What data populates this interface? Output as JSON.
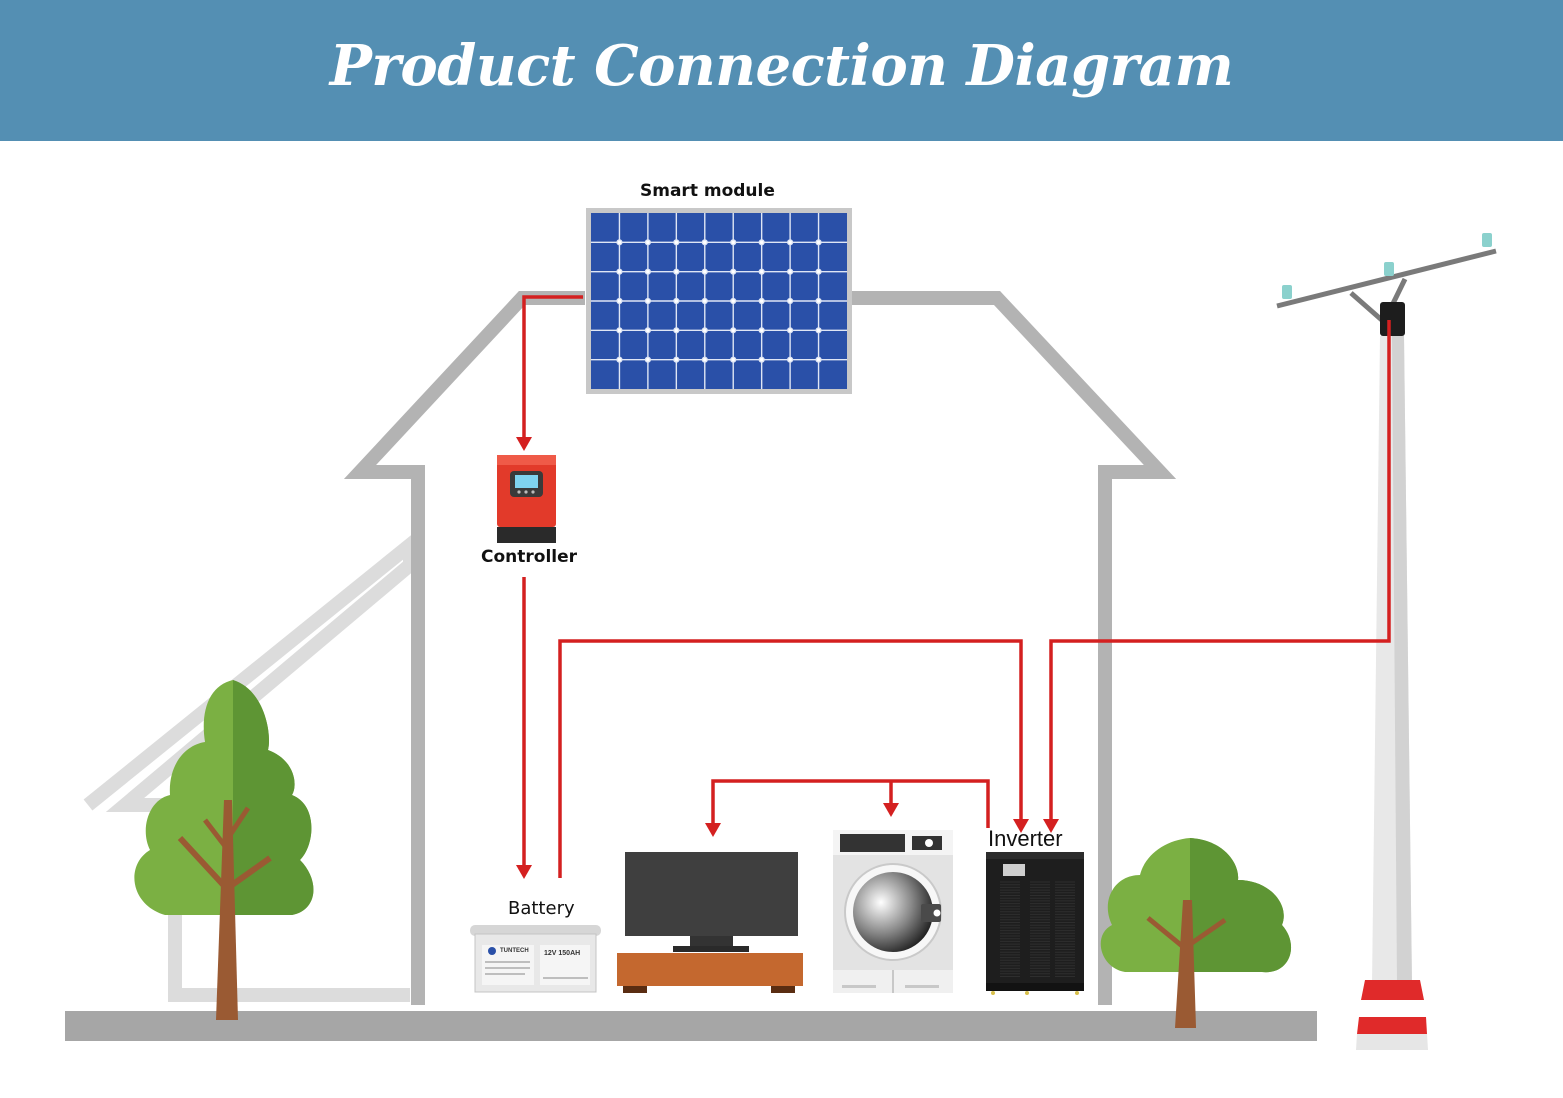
{
  "header": {
    "title": "Product Connection Diagram"
  },
  "labels": {
    "smart_module": "Smart module",
    "controller": "Controller",
    "battery": "Battery",
    "inverter": "Inverter"
  },
  "battery_markings": {
    "brand": "TUNTECH",
    "spec": "12V  150AH"
  },
  "colors": {
    "header_bg": "#548fb3",
    "wire": "#d42020",
    "house_outline": "#b3b3b3",
    "ground": "#a6a6a6",
    "solar_cell": "#2a50a8",
    "controller_red": "#e23a2a",
    "tree_light": "#7bb043",
    "tree_dark": "#5e9534",
    "trunk": "#9a5a33"
  },
  "icons": [
    "solar-panel-icon",
    "charge-controller-icon",
    "battery-icon",
    "tv-icon",
    "washing-machine-icon",
    "inverter-icon",
    "utility-pole-icon",
    "tree-icon"
  ]
}
